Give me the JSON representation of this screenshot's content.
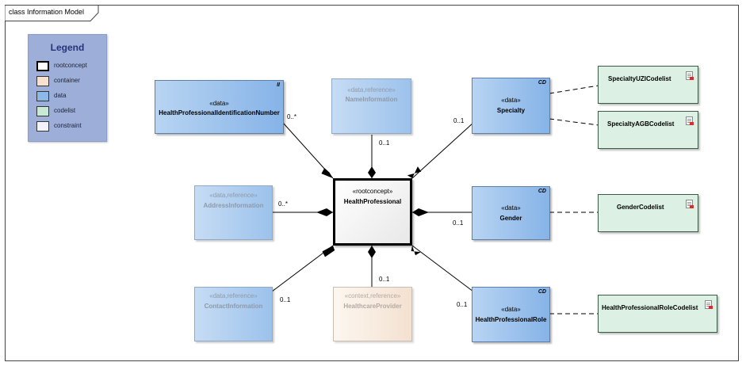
{
  "frame": {
    "title": "class Information Model"
  },
  "legend": {
    "title": "Legend",
    "items": [
      {
        "label": "rootconcept",
        "color": "#ffffff",
        "bold": true
      },
      {
        "label": "container",
        "color": "#f8e0d0"
      },
      {
        "label": "data",
        "color": "#8cb9e6"
      },
      {
        "label": "codelist",
        "color": "#c8ead4"
      },
      {
        "label": "constraint",
        "color": "#f2f2fa"
      }
    ]
  },
  "nodes": {
    "hp_id": {
      "stereotype": "«data»",
      "name": "HealthProfessionalIdentificationNumber",
      "tag": "II"
    },
    "name_info": {
      "stereotype": "«data,reference»",
      "name": "NameInformation"
    },
    "specialty": {
      "stereotype": "«data»",
      "name": "Specialty",
      "tag": "CD"
    },
    "address": {
      "stereotype": "«data,reference»",
      "name": "AddressInformation"
    },
    "root": {
      "stereotype": "«rootconcept»",
      "name": "HealthProfessional"
    },
    "gender": {
      "stereotype": "«data»",
      "name": "Gender",
      "tag": "CD"
    },
    "contact": {
      "stereotype": "«data,reference»",
      "name": "ContactInformation"
    },
    "provider": {
      "stereotype": "«context,reference»",
      "name": "HealthcareProvider"
    },
    "role": {
      "stereotype": "«data»",
      "name": "HealthProfessionalRole",
      "tag": "CD"
    }
  },
  "codelists": {
    "uzi": "SpecialtyUZICodelist",
    "agb": "SpecialtyAGBCodelist",
    "gender": "GenderCodelist",
    "role": "HealthProfessionalRoleCodelist"
  },
  "multiplicities": {
    "hp_id": "0..*",
    "name_info": "0..1",
    "specialty": "0..1",
    "address": "0..*",
    "gender": "0..1",
    "contact": "0..1",
    "provider": "0..1",
    "role": "0..1"
  }
}
